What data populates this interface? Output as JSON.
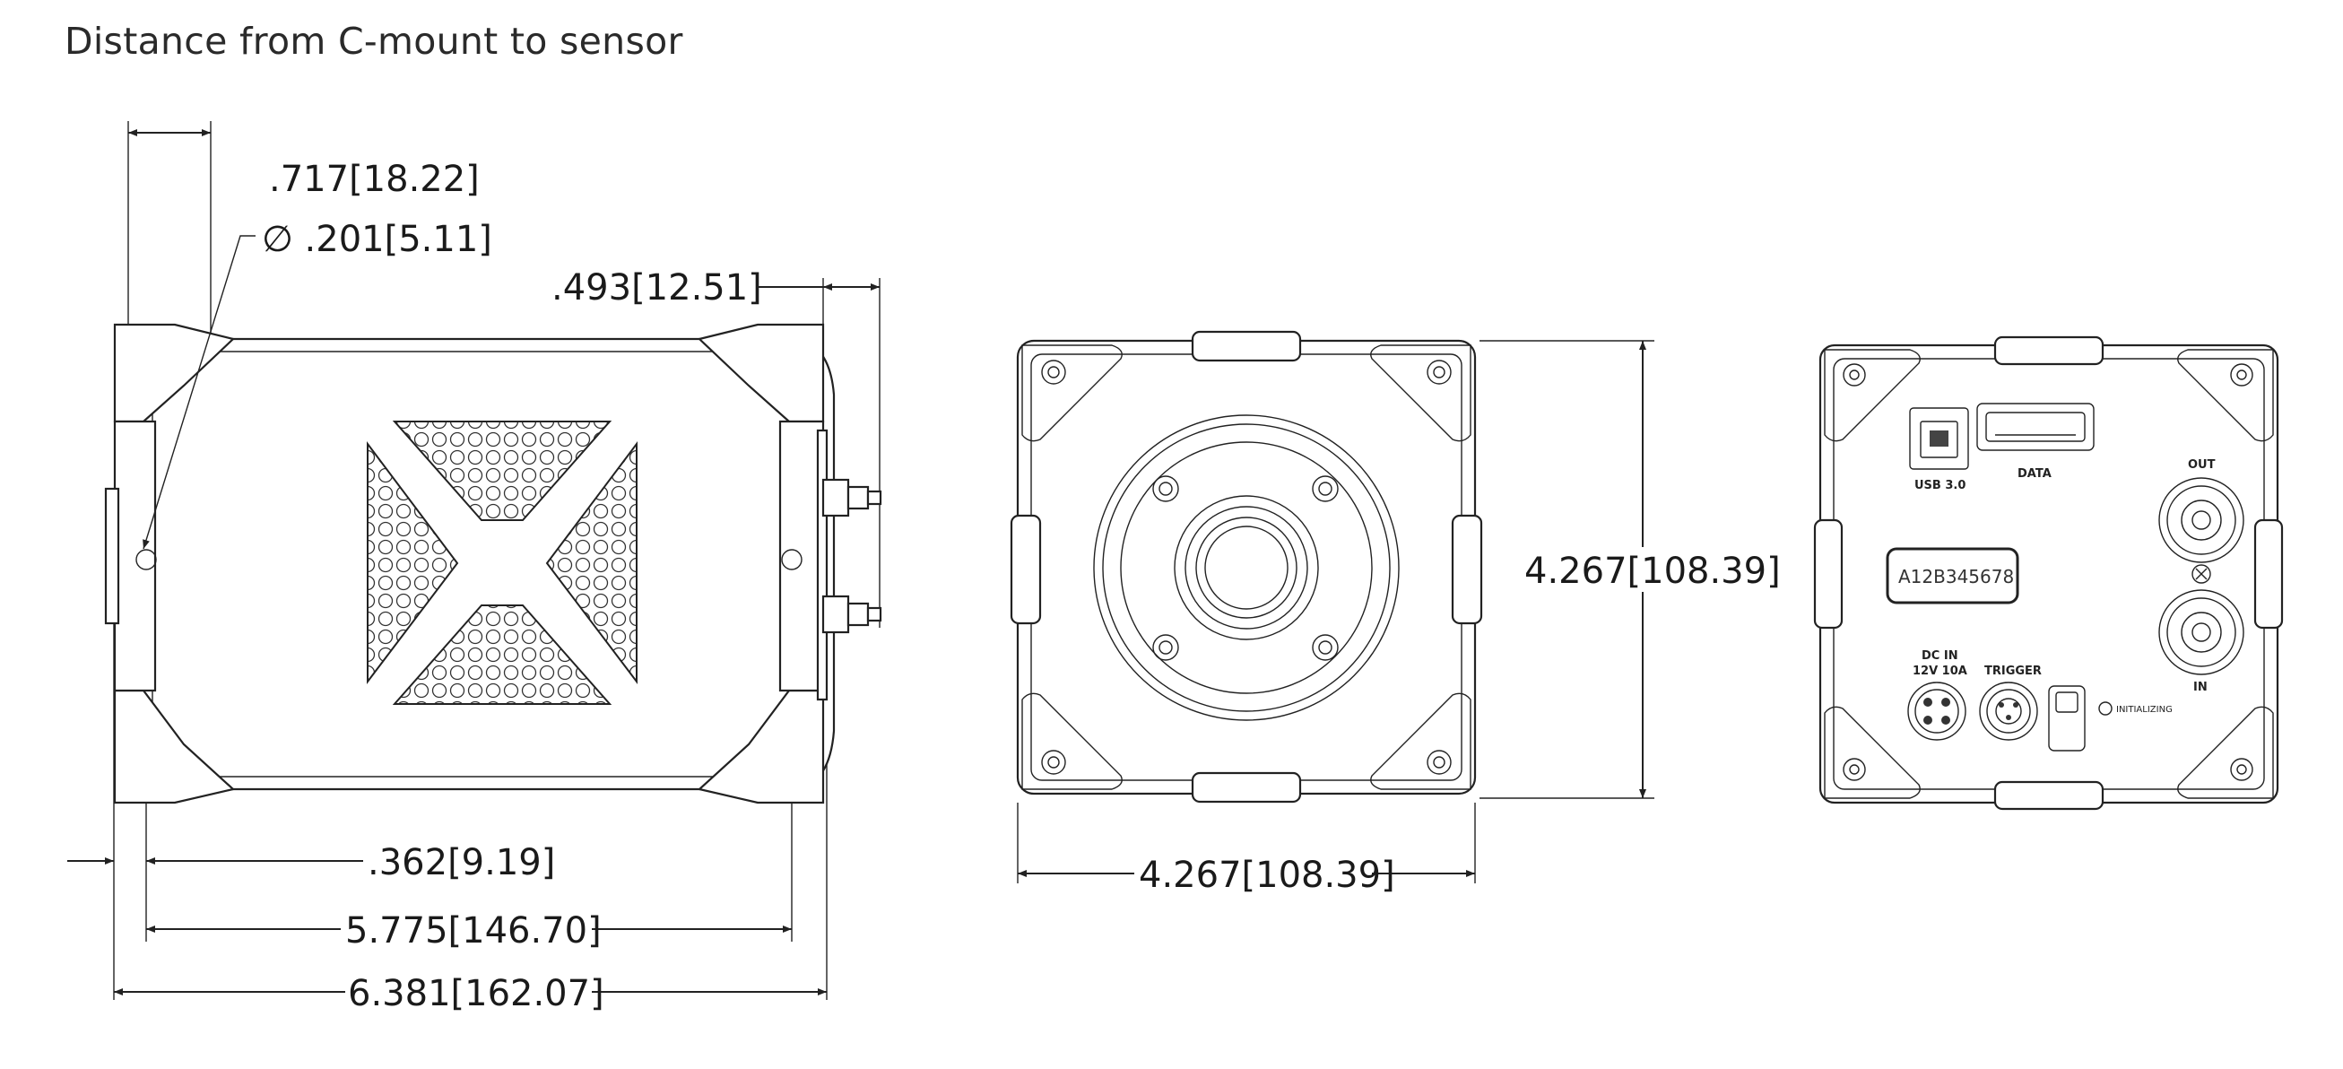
{
  "title": "Distance from C-mount to sensor",
  "side_view": {
    "dims": {
      "top_width": ".717[18.22]",
      "hole_dia": "∅ .201[5.11]",
      "connector": ".493[12.51]",
      "c_mount": ".362[9.19]",
      "body_len": "5.775[146.70]",
      "total_len": "6.381[162.07]"
    }
  },
  "front_view": {
    "dims": {
      "height": "4.267[108.39]",
      "width": "4.267[108.39]"
    }
  },
  "rear_view": {
    "labels": {
      "usb": "USB 3.0",
      "data": "DATA",
      "out": "OUT",
      "in": "IN",
      "serial": "A12B345678",
      "dc_in_line1": "DC IN",
      "dc_in_line2": "12V 10A",
      "trigger": "TRIGGER",
      "initializing": "INITIALIZING"
    }
  }
}
